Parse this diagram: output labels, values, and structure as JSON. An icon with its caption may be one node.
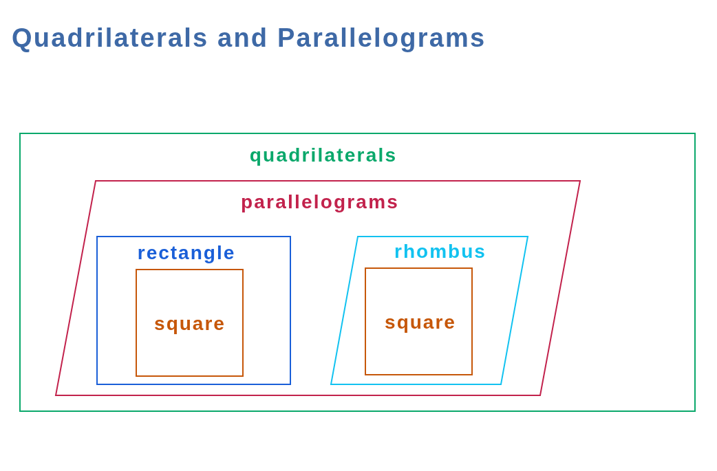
{
  "diagram": {
    "title": "Quadrilaterals and Parallelograms",
    "nodes": [
      {
        "text": [
          "quadrilaterals"
        ]
      },
      {
        "text": [
          "parallelograms"
        ],
        "in": 0
      },
      {
        "text": [
          "rectangle"
        ],
        "in": 1
      },
      {
        "text": [
          "square"
        ],
        "in": 2
      },
      {
        "text": [
          "rhombus"
        ],
        "in": 1
      },
      {
        "text": [
          "square"
        ],
        "in": 4
      }
    ]
  }
}
